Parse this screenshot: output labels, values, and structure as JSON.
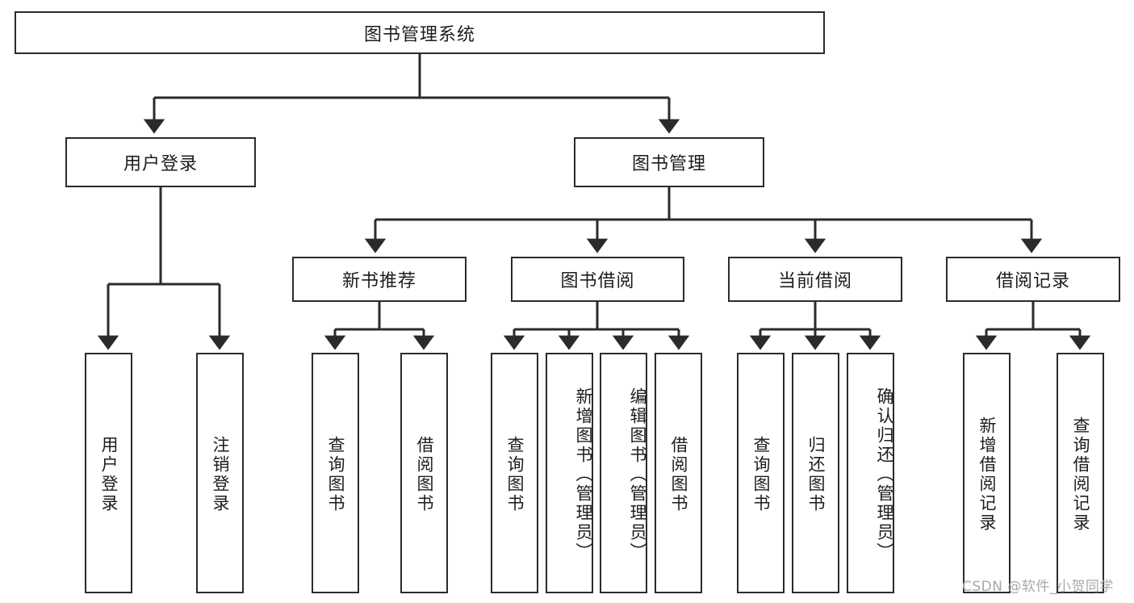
{
  "diagram": {
    "title": "图书管理系统",
    "type": "tree-hierarchy",
    "root": {
      "label": "图书管理系统"
    },
    "level2": [
      {
        "label": "用户登录"
      },
      {
        "label": "图书管理"
      }
    ],
    "level3": [
      {
        "label": "新书推荐"
      },
      {
        "label": "图书借阅"
      },
      {
        "label": "当前借阅"
      },
      {
        "label": "借阅记录"
      }
    ],
    "leaves": {
      "user_login": [
        {
          "label": "用户登录"
        },
        {
          "label": "注销登录"
        }
      ],
      "new_book_recommend": [
        {
          "label": "查询图书"
        },
        {
          "label": "借阅图书"
        }
      ],
      "book_borrow": [
        {
          "label": "查询图书"
        },
        {
          "label": "新增图书（管理员）"
        },
        {
          "label": "编辑图书（管理员）"
        },
        {
          "label": "借阅图书"
        }
      ],
      "current_borrow": [
        {
          "label": "查询图书"
        },
        {
          "label": "归还图书"
        },
        {
          "label": "确认归还（管理员）"
        }
      ],
      "borrow_record": [
        {
          "label": "新增借阅记录"
        },
        {
          "label": "查询借阅记录"
        }
      ]
    }
  },
  "watermark": {
    "text": "CSDN @软件_小贺同学"
  },
  "colors": {
    "stroke": "#2b2b2b",
    "text": "#1d1d1d",
    "background": "#ffffff",
    "watermark": "#a8a8a8"
  }
}
